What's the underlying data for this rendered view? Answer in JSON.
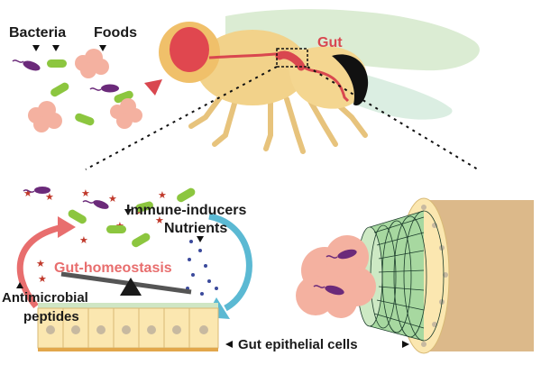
{
  "labels": {
    "bacteria": "Bacteria",
    "foods": "Foods",
    "gut": "Gut",
    "immune_inducers": "Immune-inducers",
    "nutrients": "Nutrients",
    "gut_homeostasis": "Gut-homeostasis",
    "antimicrobial": "Antimicrobial",
    "peptides": "peptides",
    "gut_epithelial_cells": "Gut epithelial cells"
  },
  "colors": {
    "bacteria_green": "#8cc63f",
    "bacteria_purple": "#6b2a7a",
    "food_pink": "#f4b1a0",
    "fly_body": "#f2d28a",
    "fly_eye": "#e0474f",
    "gut_red": "#d9474f",
    "peptide_red": "#c0392b",
    "nutrient_blue": "#3b4a9c",
    "arrow_blue": "#5bb9d3",
    "arrow_red": "#e86e6e",
    "epithelium": "#fbe7b0",
    "tube_tan": "#dcb98a",
    "mesh_green": "#a7d8a0"
  }
}
